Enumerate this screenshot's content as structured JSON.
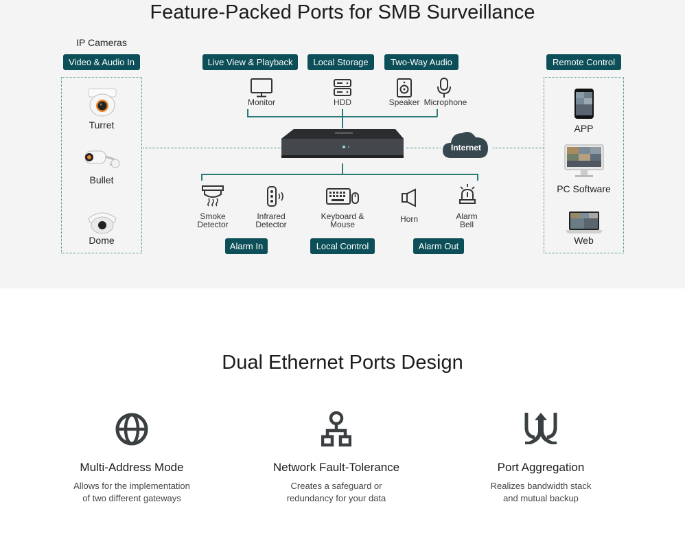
{
  "section1": {
    "title": "Feature-Packed Ports for SMB Surveillance",
    "ip_cameras_caption": "IP Cameras",
    "pills": {
      "video_audio_in": "Video & Audio In",
      "live_view": "Live View & Playback",
      "local_storage": "Local Storage",
      "two_way_audio": "Two-Way Audio",
      "remote_control": "Remote Control",
      "alarm_in": "Alarm In",
      "local_control": "Local Control",
      "alarm_out": "Alarm Out"
    },
    "cameras": [
      "Turret",
      "Bullet",
      "Dome"
    ],
    "top_devices": [
      "Monitor",
      "HDD",
      "Speaker",
      "Microphone"
    ],
    "bottom_devices": {
      "smoke": [
        "Smoke",
        "Detector"
      ],
      "infrared": [
        "Infrared",
        "Detector"
      ],
      "keyboard": [
        "Keyboard &",
        "Mouse"
      ],
      "horn": "Horn",
      "alarm_bell": [
        "Alarm",
        "Bell"
      ]
    },
    "internet": "Internet",
    "remote": [
      "APP",
      "PC Software",
      "Web"
    ],
    "colors": {
      "accent": "#0c4f58",
      "line": "#2a7a78",
      "band": "#f4f4f4"
    }
  },
  "section2": {
    "title": "Dual Ethernet Ports Design",
    "features": [
      {
        "icon": "globe-icon",
        "title": "Multi-Address Mode",
        "desc": [
          "Allows for the implementation",
          "of two different gateways"
        ]
      },
      {
        "icon": "network-tree-icon",
        "title": "Network Fault-Tolerance",
        "desc": [
          "Creates a safeguard or",
          "redundancy for your data"
        ]
      },
      {
        "icon": "merge-arrow-icon",
        "title": "Port Aggregation",
        "desc": [
          "Realizes bandwidth stack",
          "and mutual backup"
        ]
      }
    ]
  }
}
